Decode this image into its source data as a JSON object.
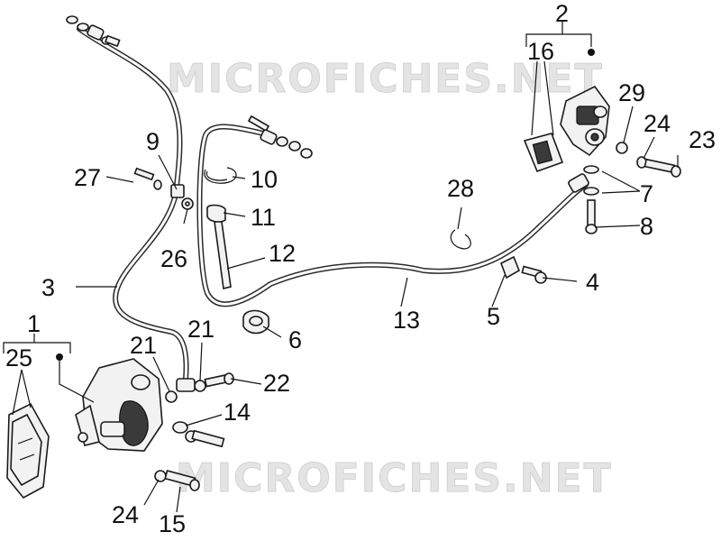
{
  "watermarks": [
    "MICROFICHES.NET",
    "MICROFICHES.NET"
  ],
  "labels": {
    "l1": "1",
    "l2": "2",
    "l3": "3",
    "l4": "4",
    "l5": "5",
    "l6": "6",
    "l7": "7",
    "l8": "8",
    "l9": "9",
    "l10": "10",
    "l11": "11",
    "l12": "12",
    "l13": "13",
    "l14": "14",
    "l15": "15",
    "l16": "16",
    "l21a": "21",
    "l21b": "21",
    "l22": "22",
    "l23": "23",
    "l24a": "24",
    "l24b": "24",
    "l25": "25",
    "l26": "26",
    "l27": "27",
    "l28": "28",
    "l29": "29"
  }
}
